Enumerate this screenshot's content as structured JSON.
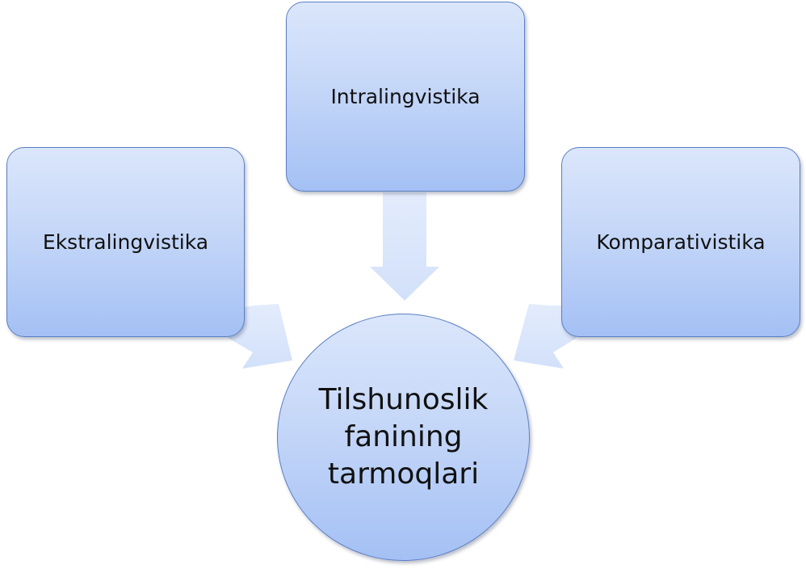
{
  "diagram": {
    "center": {
      "lines": [
        "Tilshunoslik",
        "fanining",
        "tarmoqlari"
      ]
    },
    "branches": {
      "top": "Intralingvistika",
      "left": "Ekstralingvistika",
      "right": "Komparativistika"
    },
    "colors": {
      "fill_light": "#dbe6fb",
      "fill_dark": "#a4c0f4",
      "border": "#5a7fc4",
      "arrow": "#dce7fb"
    }
  }
}
